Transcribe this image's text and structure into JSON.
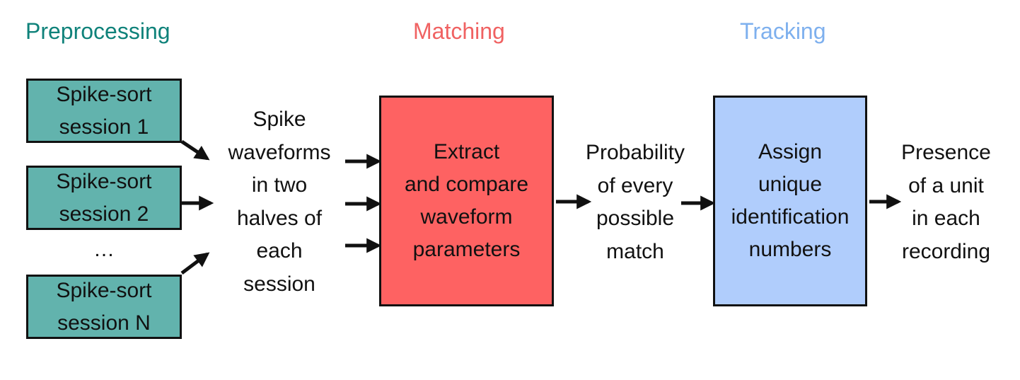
{
  "colors": {
    "preprocessing": "#0f827a",
    "matching": "#f06262",
    "tracking": "#7eb0ee",
    "session_box": "#62b3ad",
    "matching_box": "#fe6262",
    "tracking_box": "#b0cdfc",
    "outline": "#111111"
  },
  "stages": {
    "preprocessing": "Preprocessing",
    "matching": "Matching",
    "tracking": "Tracking"
  },
  "sessions": [
    {
      "line1": "Spike-sort",
      "line2": "session 1"
    },
    {
      "line1": "Spike-sort",
      "line2": "session 2"
    },
    {
      "line1": "Spike-sort",
      "line2": "session N"
    }
  ],
  "ellipsis": "…",
  "waveform_label": [
    "Spike",
    "waveforms",
    "in two",
    "halves of",
    "each",
    "session"
  ],
  "matching_box": [
    "Extract",
    "and compare",
    "waveform",
    "parameters"
  ],
  "probability_label": [
    "Probability",
    "of every",
    "possible",
    "match"
  ],
  "tracking_box": [
    "Assign",
    "unique",
    "identification",
    "numbers"
  ],
  "output_label": [
    "Presence",
    "of a unit",
    "in each",
    "recording"
  ]
}
